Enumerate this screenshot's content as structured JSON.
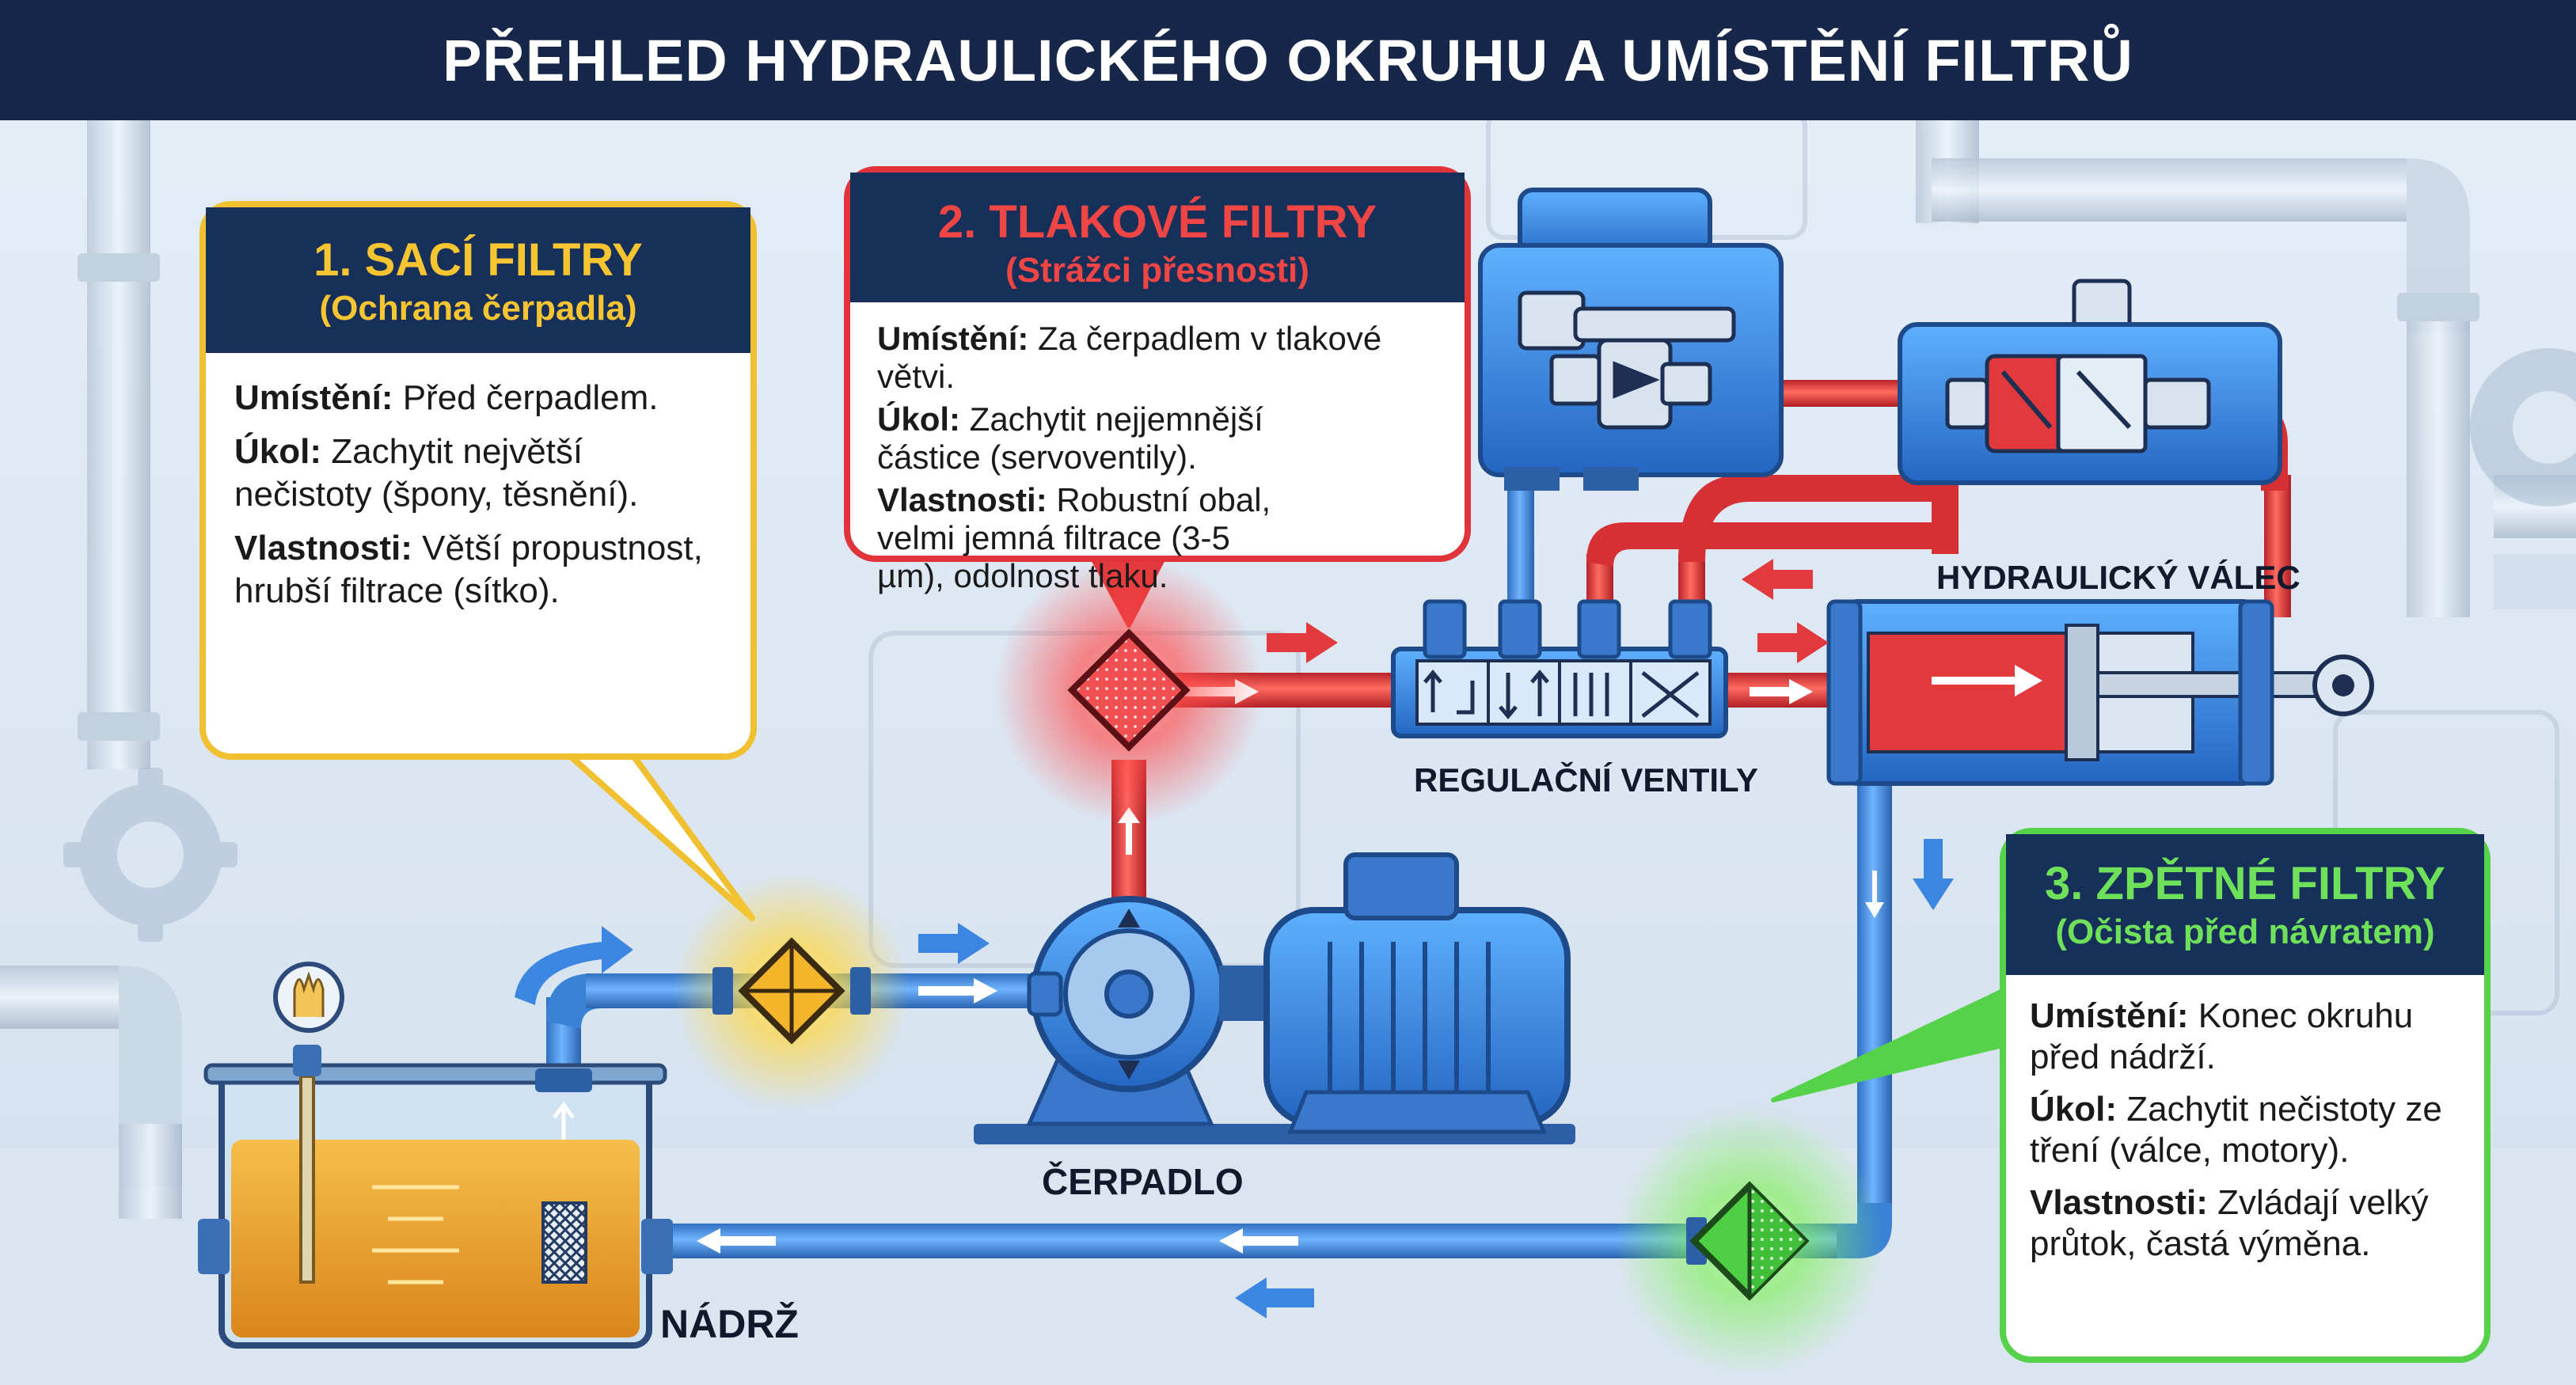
{
  "title": "PŘEHLED HYDRAULICKÉHO OKRUHU A UMÍSTĚNÍ FILTRŮ",
  "callouts": {
    "suction": {
      "heading": "1. SACÍ FILTRY",
      "subheading": "(Ochrana čerpadla)",
      "location_label": "Umístění:",
      "location_text": " Před čerpadlem.",
      "task_label": "Úkol:",
      "task_text": " Zachytit největší nečistoty (špony, těsnění).",
      "props_label": "Vlastnosti:",
      "props_text": " Větší propustnost, hrubší filtrace (sítko).",
      "color": "#f0c030"
    },
    "pressure": {
      "heading": "2. TLAKOVÉ FILTRY",
      "subheading": "(Strážci přesnosti)",
      "location_label": "Umístění:",
      "location_text": " Za čerpadlem v tlakové větvi.",
      "task_label": "Úkol:",
      "task_text": " Zachytit nejjemnější částice (servoventily).",
      "props_label": "Vlastnosti:",
      "props_text": " Robustní obal, velmi jemná filtrace (3-5 µm), odolnost tlaku.",
      "color": "#e0343a"
    },
    "return": {
      "heading": "3. ZPĚTNÉ FILTRY",
      "subheading": "(Očista před návratem)",
      "location_label": "Umístění:",
      "location_text": " Konec okruhu před nádrží.",
      "task_label": "Úkol:",
      "task_text": " Zachytit nečistoty ze tření (válce, motory).",
      "props_label": "Vlastnosti:",
      "props_text": " Zvládají velký průtok, častá výměna.",
      "color": "#55d24a"
    }
  },
  "labels": {
    "pump": "ČERPADLO",
    "tank": "NÁDRŽ",
    "valves": "REGULAČNÍ VENTILY",
    "cylinder": "HYDRAULICKÝ VÁLEC"
  },
  "icons": {
    "warning": "warning-triangle-icon",
    "debris": "debris-particles-icon",
    "mesh": "mesh-screen-icon",
    "return_arrow": "return-arrow-icon",
    "contaminant": "contaminated-particle-icon"
  },
  "colors": {
    "title_bg": "#16274a",
    "pipe_blue": "#3f8fe0",
    "pipe_red": "#e2393c",
    "oil": "#f0a531"
  }
}
